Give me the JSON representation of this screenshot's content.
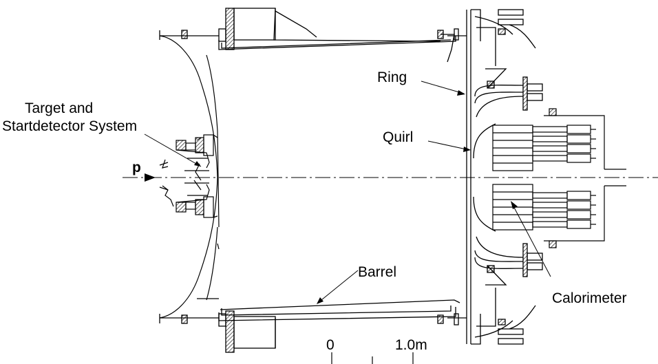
{
  "labels": {
    "target_line1": "Target and",
    "target_line2": "Startdetector System",
    "ring": "Ring",
    "quirl": "Quirl",
    "barrel": "Barrel",
    "calorimeter": "Calorimeter",
    "beam": "p"
  },
  "scale": {
    "zero": "0",
    "one": "1.0m"
  },
  "colors": {
    "line": "#000000",
    "background": "#ffffff"
  }
}
